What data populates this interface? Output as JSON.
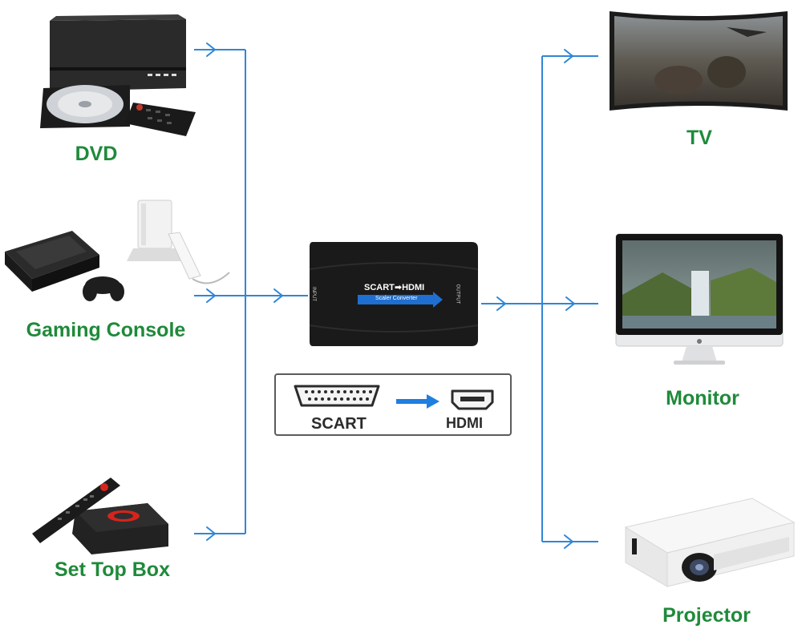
{
  "sources": {
    "dvd": {
      "label": "DVD"
    },
    "gaming": {
      "label": "Gaming Console"
    },
    "settop": {
      "label": "Set Top Box"
    }
  },
  "outputs": {
    "tv": {
      "label": "TV"
    },
    "monitor": {
      "label": "Monitor"
    },
    "projector": {
      "label": "Projector"
    }
  },
  "adapter": {
    "title": "SCART➡HDMI",
    "subtitle": "Scaler Converter",
    "input_port": "INPUT",
    "output_port": "OUTPUT"
  },
  "connectors": {
    "scart": "SCART",
    "hdmi": "HDMI"
  },
  "colors": {
    "label_green": "#1f8a3a",
    "wire_blue": "#2f86d6",
    "arrow_blue": "#1e7fe0"
  }
}
